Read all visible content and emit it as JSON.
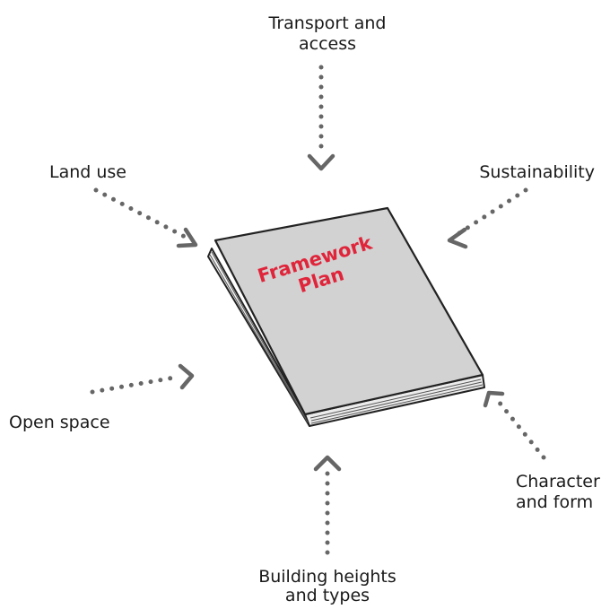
{
  "diagram": {
    "book": {
      "title_line1": "Framework",
      "title_line2": "Plan",
      "cover_color": "#d2d2d2",
      "title_color": "#e0243a"
    },
    "arrow_color": "#666666",
    "labels": {
      "transport": {
        "line1": "Transport and",
        "line2": "access"
      },
      "land_use": {
        "line1": "Land use"
      },
      "sustainability": {
        "line1": "Sustainability"
      },
      "open_space": {
        "line1": "Open space"
      },
      "character": {
        "line1": "Character",
        "line2": "and form"
      },
      "building": {
        "line1": "Building heights",
        "line2": "and types"
      }
    }
  }
}
